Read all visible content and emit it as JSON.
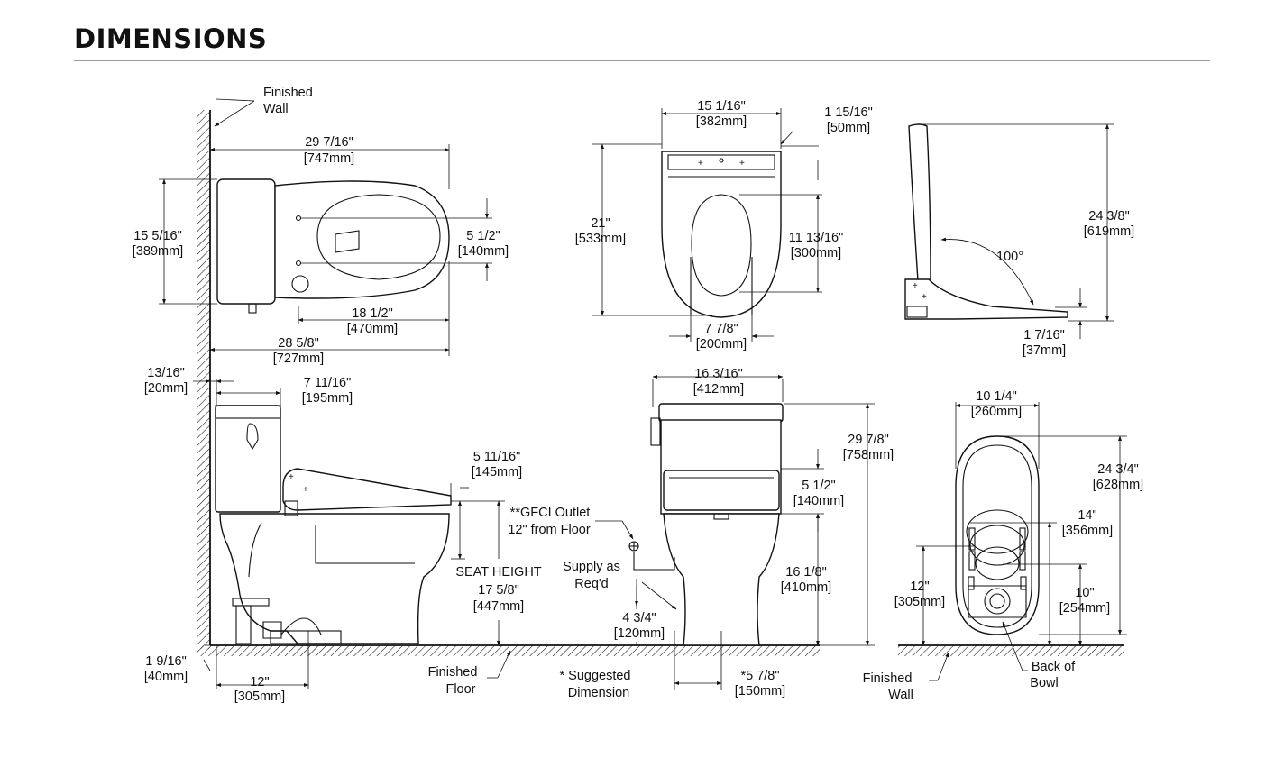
{
  "page": {
    "title": "DIMENSIONS"
  },
  "labels": {
    "finished_wall_top_1": "Finished",
    "finished_wall_top_2": "Wall",
    "top_width_in": "29 7/16\"",
    "top_width_mm": "[747mm]",
    "top_depth_in": "15 5/16\"",
    "top_depth_mm": "[389mm]",
    "top_holes_in": "5 1/2\"",
    "top_holes_mm": "[140mm]",
    "top_bowl_in": "18 1/2\"",
    "top_bowl_mm": "[470mm]",
    "top_base_in": "28 5/8\"",
    "top_base_mm": "[727mm]",
    "seat_width_in": "15 1/16\"",
    "seat_width_mm": "[382mm]",
    "seat_offset_in": "1 15/16\"",
    "seat_offset_mm": "[50mm]",
    "seat_length_in": "21\"",
    "seat_length_mm": "[533mm]",
    "seat_opening_in": "11 13/16\"",
    "seat_opening_mm": "[300mm]",
    "seat_inner_in": "7 7/8\"",
    "seat_inner_mm": "[200mm]",
    "lid_height_in": "24 3/8\"",
    "lid_height_mm": "[619mm]",
    "lid_angle": "100°",
    "lid_base_in": "1 7/16\"",
    "lid_base_mm": "[37mm]",
    "wall_gap_in": "13/16\"",
    "wall_gap_mm": "[20mm]",
    "tank_depth_in": "7 11/16\"",
    "tank_depth_mm": "[195mm]",
    "seat_rise_in": "5 11/16\"",
    "seat_rise_mm": "[145mm]",
    "gfci_1": "**GFCI Outlet",
    "gfci_2": "12\" from Floor",
    "seat_height_label": "SEAT HEIGHT",
    "seat_height_in": "17 5/8\"",
    "seat_height_mm": "[447mm]",
    "supply_1": "Supply as",
    "supply_2": "Req'd",
    "supply_height_in": "4 3/4\"",
    "supply_height_mm": "[120mm]",
    "floor_offset_in": "1 9/16\"",
    "floor_offset_mm": "[40mm]",
    "rough_in_in": "12\"",
    "rough_in_mm": "[305mm]",
    "finished_floor_1": "Finished",
    "finished_floor_2": "Floor",
    "suggested_1": "* Suggested",
    "suggested_2": "Dimension",
    "front_width_in": "16 3/16\"",
    "front_width_mm": "[412mm]",
    "total_height_in": "29 7/8\"",
    "total_height_mm": "[758mm]",
    "front_seat_in": "5 1/2\"",
    "front_seat_mm": "[140mm]",
    "rim_height_in": "16 1/8\"",
    "rim_height_mm": "[410mm]",
    "supply_offset_in": "*5 7/8\"",
    "supply_offset_mm": "[150mm]",
    "base_width_in": "10 1/4\"",
    "base_width_mm": "[260mm]",
    "base_length_in": "24 3/4\"",
    "base_length_mm": "[628mm]",
    "bolt_span_in": "14\"",
    "bolt_span_mm": "[356mm]",
    "base_rough_in": "12\"",
    "base_rough_mm": "[305mm]",
    "outlet_in": "10\"",
    "outlet_mm": "[254mm]",
    "finished_wall_bottom_1": "Finished",
    "finished_wall_bottom_2": "Wall",
    "back_of_bowl_1": "Back of",
    "back_of_bowl_2": "Bowl"
  }
}
